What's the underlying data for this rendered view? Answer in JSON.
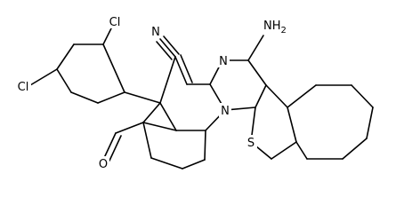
{
  "atom_labels": {
    "nitrile_n": "N",
    "amino": "NH2",
    "amino_main": "NH",
    "amino_sub": "2",
    "ring_n_upper": "N",
    "ring_n_lower": "N",
    "sulfur": "S",
    "chlorine_ortho": "Cl",
    "chlorine_para": "Cl",
    "ketone_o": "O"
  }
}
